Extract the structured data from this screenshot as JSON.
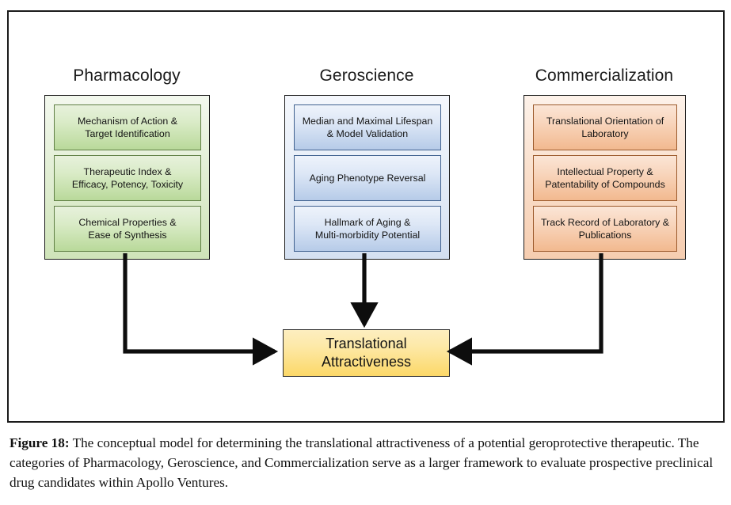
{
  "figure": {
    "id": "Figure 18",
    "caption_label": "Figure 18:",
    "caption_text": " The conceptual model for determining the translational attractiveness of a potential geroprotective therapeutic. The categories of Pharmacology, Geroscience, and Commercialization serve as a larger framework to evaluate prospective preclinical drug candidates within Apollo Ventures."
  },
  "columns": [
    {
      "id": "pharmacology",
      "title": "Pharmacology",
      "color": "#cfe4b9",
      "accent": "#5f7f44",
      "items": [
        {
          "line1": "Mechanism of Action &",
          "line2": "Target Identification"
        },
        {
          "line1": "Therapeutic Index &",
          "line2": "Efficacy, Potency, Toxicity"
        },
        {
          "line1": "Chemical Properties &",
          "line2": "Ease of Synthesis"
        }
      ]
    },
    {
      "id": "geroscience",
      "title": "Geroscience",
      "color": "#d4e0f1",
      "accent": "#40618f",
      "items": [
        {
          "line1": "Median and Maximal Lifespan",
          "line2": "& Model Validation"
        },
        {
          "line1": "Aging Phenotype Reversal",
          "line2": ""
        },
        {
          "line1": "Hallmark of Aging &",
          "line2": "Multi-morbidity Potential"
        }
      ]
    },
    {
      "id": "commercialization",
      "title": "Commercialization",
      "color": "#f6cdb0",
      "accent": "#9c5a2c",
      "items": [
        {
          "line1": "Translational Orientation of",
          "line2": "Laboratory"
        },
        {
          "line1": "Intellectual Property &",
          "line2": "Patentability of Compounds"
        },
        {
          "line1": "Track Record of Laboratory &",
          "line2": "Publications"
        }
      ]
    }
  ],
  "outcome": {
    "line1": "Translational",
    "line2": "Attractiveness",
    "color": "#fcd868"
  },
  "arrows": [
    {
      "name": "pharmacology-to-outcome",
      "direction": "right"
    },
    {
      "name": "geroscience-to-outcome",
      "direction": "down"
    },
    {
      "name": "commercialization-to-outcome",
      "direction": "left"
    }
  ]
}
